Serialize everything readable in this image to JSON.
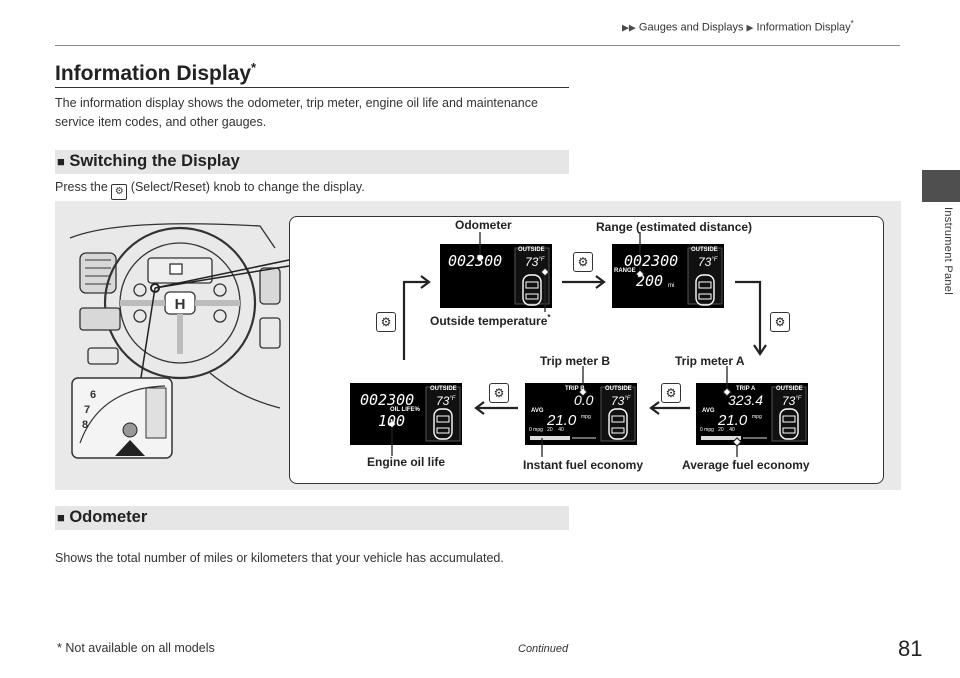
{
  "header": {
    "breadcrumb_1": "Gauges and Displays",
    "breadcrumb_2": "Information Display",
    "breadcrumb_star": "*"
  },
  "side_tab": {
    "label": "Instrument Panel"
  },
  "page": {
    "title": "Information Display",
    "title_star": "*",
    "intro": "The information display shows the odometer, trip meter, engine oil life and maintenance service item codes, and other gauges."
  },
  "section_switching": {
    "heading_marker": "■",
    "heading": "Switching the Display",
    "press_before": "Press the",
    "press_after": "(Select/Reset) knob to change the display."
  },
  "figure": {
    "labels": {
      "odometer": "Odometer",
      "range": "Range (estimated distance)",
      "outside_temp": "Outside temperature",
      "outside_temp_star": "*",
      "trip_b": "Trip meter B",
      "trip_a": "Trip meter A",
      "engine_oil": "Engine oil life",
      "instant_fuel": "Instant fuel economy",
      "average_fuel": "Average fuel economy"
    },
    "screens": {
      "outside": "OUTSIDE",
      "temp": "73",
      "temp_unit": "°F",
      "odo_value": "002300",
      "range_label": "RANGE",
      "range_value": "200",
      "range_unit": "mi",
      "oil_label": "OIL LIFE%",
      "oil_value": "100",
      "trip_b_label": "TRIP B",
      "trip_b_value": "0.0",
      "trip_a_label": "TRIP A",
      "trip_a_value": "323.4",
      "avg_label": "AVG",
      "avg_value": "21.0",
      "mpg": "mpg",
      "scale_0": "0",
      "scale_mpg": "mpg",
      "scale_20": "20",
      "scale_40": "40"
    }
  },
  "section_odometer": {
    "heading_marker": "■",
    "heading": "Odometer",
    "text": "Shows the total number of miles or kilometers that your vehicle has accumulated."
  },
  "footer": {
    "footnote": "* Not available on all models",
    "continued": "Continued",
    "page_number": "81"
  }
}
